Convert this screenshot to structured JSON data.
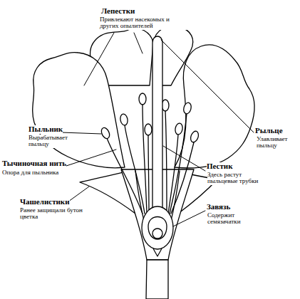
{
  "diagram": {
    "labels": [
      "Лепестки",
      "Привлекают насекомых и других опылителей",
      "Рыльце",
      "Улавливает пыльцу",
      "Пыльник",
      "Вырабатывает пыльцу",
      "Пестик",
      "Здесь растут пыльцевые трубки",
      "Тычиночная нить",
      "Опора для пыльника",
      "Чашелистики",
      "Ранее защищали бутон цветка",
      "Завязь",
      "Содержит семязачатки"
    ]
  }
}
